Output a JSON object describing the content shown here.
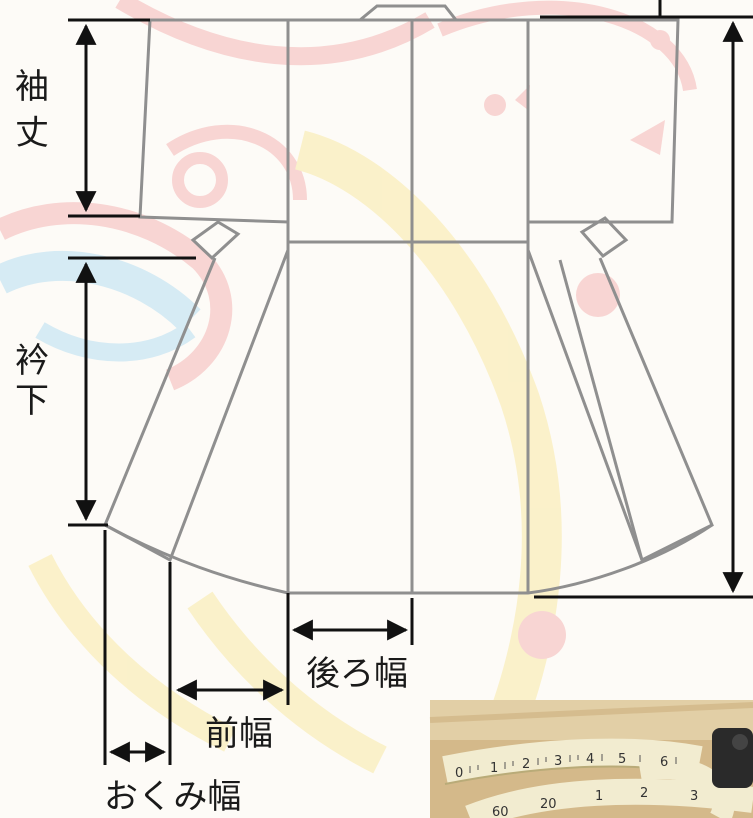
{
  "diagram": {
    "labels": {
      "sleeve_length": "袖丈",
      "collar_down": "衿下",
      "back_width": "後ろ幅",
      "front_width": "前幅",
      "okumi_width": "おくみ幅"
    },
    "photo": {
      "tape_numbers": [
        "0",
        "1",
        "2",
        "3",
        "4",
        "5",
        "6",
        "60",
        "20",
        "1",
        "2",
        "3"
      ]
    },
    "colors": {
      "outline": "#8f8f8f",
      "dimension_line": "#111111",
      "watermark_red": "#f08c8c",
      "watermark_blue": "#9fd2ec",
      "watermark_yellow": "#f7e27a"
    }
  }
}
